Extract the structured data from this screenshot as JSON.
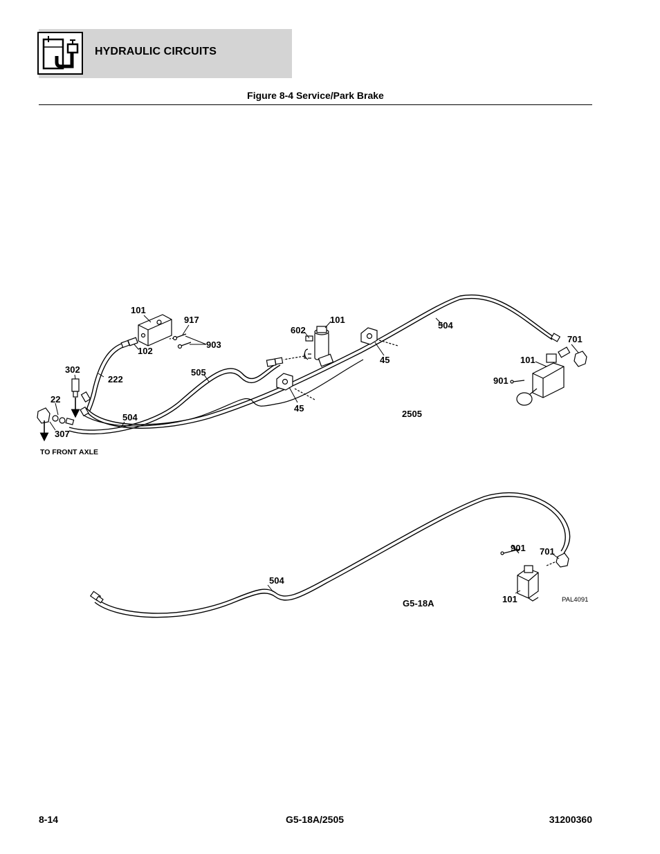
{
  "header": {
    "section_title": "HYDRAULIC CIRCUITS",
    "icon": "hydraulic-circuit-icon"
  },
  "figure": {
    "caption": "Figure 8-4 Service/Park Brake"
  },
  "diagram": {
    "upper": {
      "labels": {
        "l101a": "101",
        "l917": "917",
        "l903": "903",
        "l102": "102",
        "l602": "602",
        "l101b": "101",
        "l504a": "504",
        "l701a": "701",
        "l101c": "101",
        "l901a": "901",
        "l302": "302",
        "l222": "222",
        "l505": "505",
        "l45a": "45",
        "l45b": "45",
        "l22": "22",
        "l307": "307",
        "l504b": "504",
        "model": "2505",
        "to_front_axle": "TO FRONT AXLE"
      }
    },
    "lower": {
      "labels": {
        "l901": "901",
        "l701": "701",
        "l504": "504",
        "l101": "101",
        "model": "G5-18A",
        "drawing_id": "PAL4091"
      }
    }
  },
  "footer": {
    "page_number": "8-14",
    "model": "G5-18A/2505",
    "doc_number": "31200360"
  }
}
